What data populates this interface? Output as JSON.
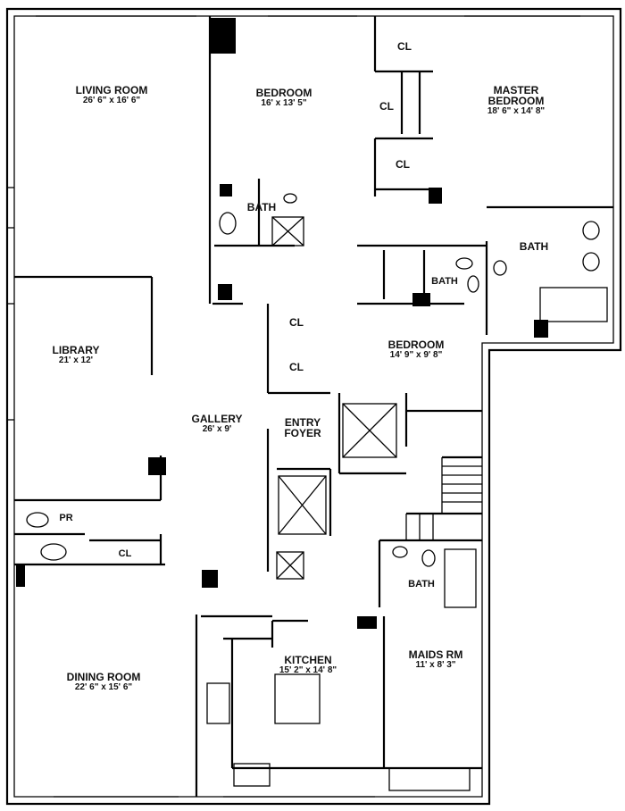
{
  "rooms": [
    {
      "name": "LIVING ROOM",
      "dims": "26' 6\" x 16' 6\""
    },
    {
      "name": "BEDROOM",
      "dims": "16' x 13' 5\""
    },
    {
      "name": "MASTER BEDROOM",
      "dims": "18' 6\" x 14' 8\""
    },
    {
      "name": "LIBRARY",
      "dims": "21' x 12'"
    },
    {
      "name": "GALLERY",
      "dims": "26' x 9'"
    },
    {
      "name": "BEDROOM",
      "dims": "14' 9\" x 9' 8\""
    },
    {
      "name": "ENTRY FOYER",
      "dims": ""
    },
    {
      "name": "KITCHEN",
      "dims": "15' 2\" x 14' 8\""
    },
    {
      "name": "MAIDS RM",
      "dims": "11' x 8' 3\""
    },
    {
      "name": "DINING ROOM",
      "dims": "22' 6\" x 15' 6\""
    }
  ],
  "small_labels": {
    "cl_1": "CL",
    "cl_2": "CL",
    "cl_3": "CL",
    "cl_4": "CL",
    "cl_5": "CL",
    "cl_6": "CL",
    "bath_1": "BATH",
    "bath_2": "BATH",
    "bath_3": "BATH",
    "bath_4": "BATH",
    "pr": "PR"
  }
}
